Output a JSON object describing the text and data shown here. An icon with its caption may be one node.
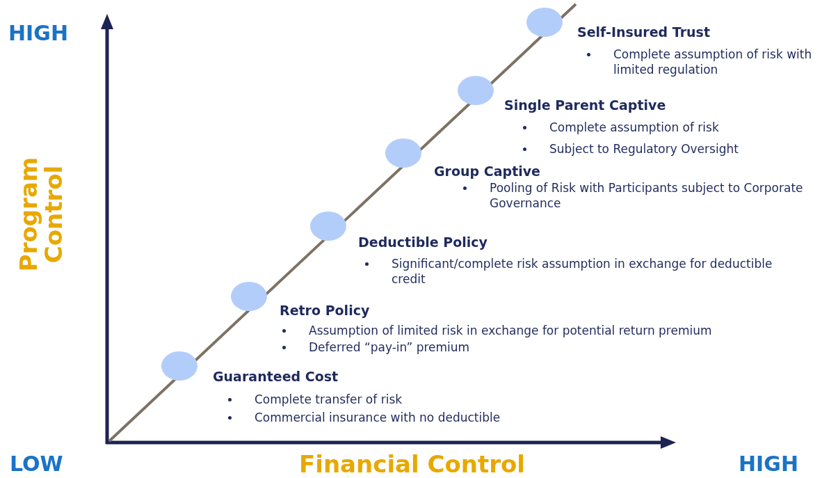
{
  "diagram": {
    "labels": [
      "HIGH",
      "Self-Insured Trust",
      "Complete assumption of risk with limited regulation",
      "Single Parent Captive",
      "Complete assumption of risk",
      "Subject to Regulatory Oversight",
      "Group Captive",
      "Pooling of Risk with Participants subject to Corporate Governance",
      "Deductible Policy",
      "Significant/complete risk assumption in exchange for deductible credit",
      "Program Control",
      "Retro Policy",
      "Assumption of limited risk in exchange for potential return premium",
      "Deferred “pay-in” premium",
      "Guaranteed Cost",
      "Complete transfer of risk",
      "Commercial insurance with no deductible",
      "LOW",
      "Financial Control",
      "HIGH"
    ]
  }
}
